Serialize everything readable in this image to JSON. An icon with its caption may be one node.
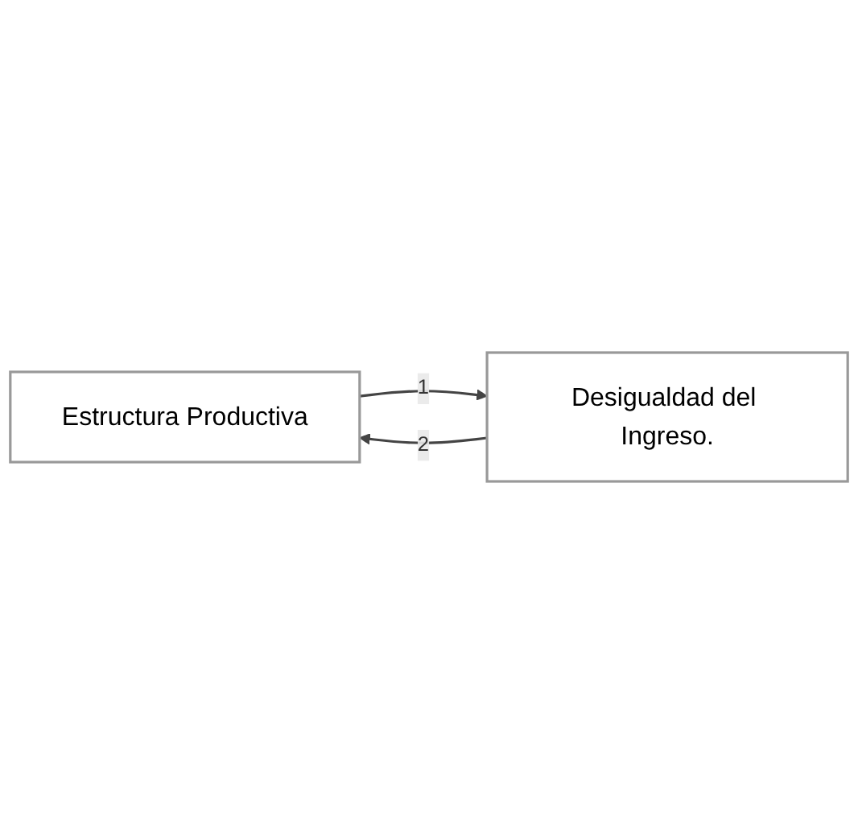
{
  "diagram": {
    "nodes": [
      {
        "text": [
          "Estructura Productiva"
        ]
      },
      {
        "text": [
          "Desigualdad del Ingreso."
        ]
      }
    ],
    "edges": [
      {
        "from": 0,
        "to": 1,
        "arrow": "to",
        "label": "1"
      },
      {
        "from": 1,
        "to": 0,
        "arrow": "to",
        "label": "2"
      }
    ]
  }
}
